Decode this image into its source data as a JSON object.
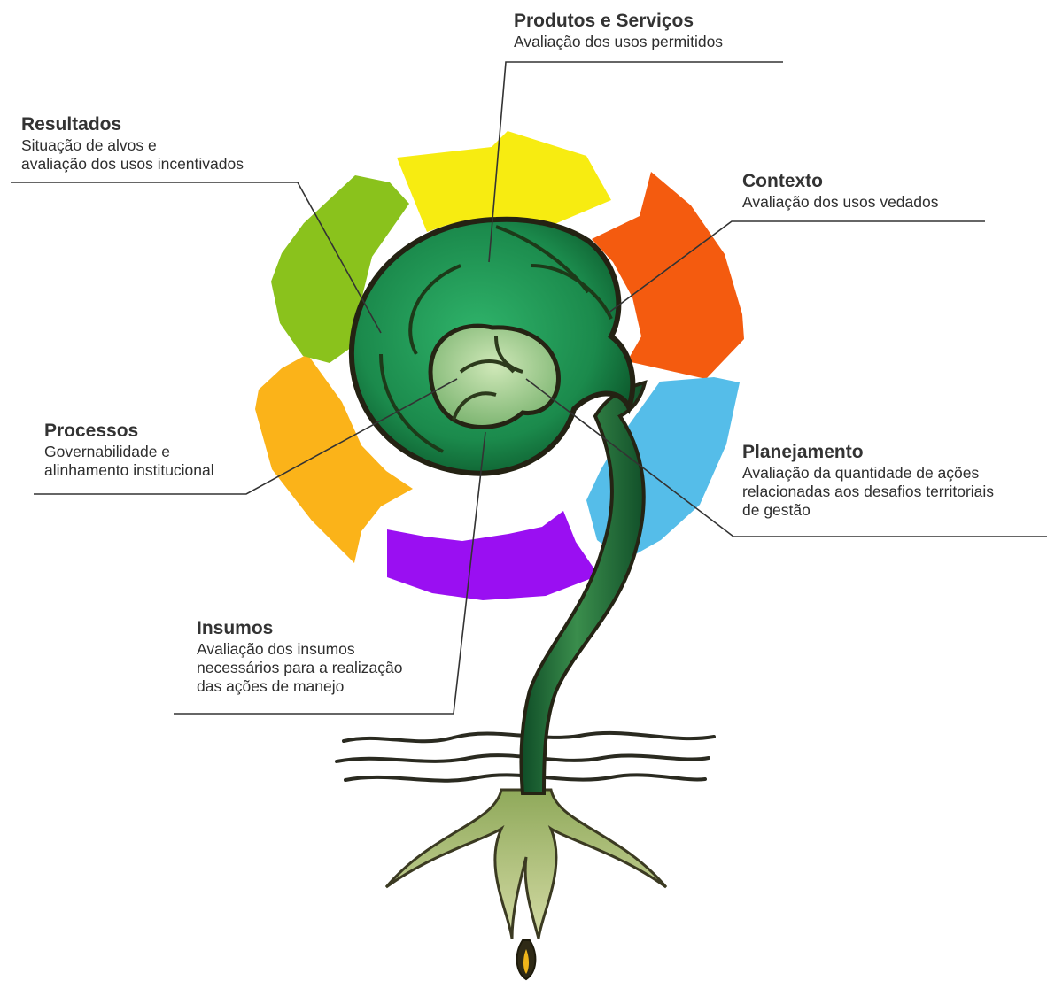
{
  "diagram": {
    "labels": {
      "produtos": {
        "title": "Produtos e Serviços",
        "lines": [
          "Avaliação dos usos permitidos"
        ]
      },
      "resultados": {
        "title": "Resultados",
        "lines": [
          "Situação de alvos e",
          "avaliação dos usos incentivados"
        ]
      },
      "contexto": {
        "title": "Contexto",
        "lines": [
          "Avaliação dos usos vedados"
        ]
      },
      "processos": {
        "title": "Processos",
        "lines": [
          "Governabilidade e",
          "alinhamento institucional"
        ]
      },
      "planejamento": {
        "title": "Planejamento",
        "lines": [
          "Avaliação da quantidade de ações",
          "relacionadas aos desafios territoriais",
          "de gestão"
        ]
      },
      "insumos": {
        "title": "Insumos",
        "lines": [
          "Avaliação dos insumos",
          "necessários para a realização",
          "das ações de manejo"
        ]
      }
    },
    "cycle_colors": {
      "produtos": "#f7ec11",
      "contexto": "#f45b0f",
      "planejamento": "#55bde9",
      "insumos": "#9a0ff2",
      "processos": "#fbb319",
      "resultados": "#8ac21c"
    },
    "plant_colors": {
      "leaf": "#1f9a56",
      "leaf_dark": "#0b5a2c",
      "bud": "#a9d394",
      "outline": "#2c2a18",
      "stem": "#2f7a3f"
    }
  }
}
